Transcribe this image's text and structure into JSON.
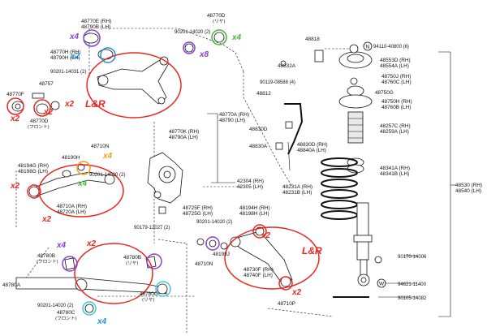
{
  "colors": {
    "red": "#e8261f",
    "green": "#3dbb2b",
    "purple": "#8a3fd1",
    "blue": "#1f8fd6",
    "orange": "#ef9a19",
    "cyan": "#3cc8e0",
    "ink": "#111111"
  },
  "labels": {
    "p48770d_top": "48770D",
    "p48770d_top_jp": "(リヤ)",
    "p48770e": "48770E (RH)",
    "p48790b": "48790B (LH)",
    "p48770h": "48770H (RH)",
    "p48790h": "48790H (LH)",
    "p90201_14020_top": "90201-14020 (2)",
    "p90201_14031": "90201-14031 (2)",
    "p48757": "48757",
    "p48770f": "48770F",
    "p48770d_front": "48770D",
    "p48770d_front_jp": "(フロント)",
    "p48770a": "48770A (RH)",
    "p48790a_lh": "48790 (LH)",
    "p48770k": "48770K (RH)",
    "p48790a_k": "48790A (LH)",
    "p48818": "48818",
    "p48832a": "48832A",
    "p90119": "90119-08588 (4)",
    "p48812": "48812",
    "p48830d": "48830D",
    "p48830d_b": "48830D (RH)",
    "p48840a": "48840A (LH)",
    "p48830a": "48830A",
    "p94110": "94110-40800 (6)",
    "p48553d": "48553D (RH)",
    "p48554a": "48554A (LH)",
    "p48750j": "48750J (RH)",
    "p48760c": "48760C (LH)",
    "p48750g": "48750G",
    "p48750h": "48750H (RH)",
    "p48760b": "48760B (LH)",
    "p48257c": "48257C (RH)",
    "p48259a": "48259A (LH)",
    "p48341a": "48341A (RH)",
    "p48341b": "48341B (LH)",
    "p48530": "48530 (RH)",
    "p48540": "48540 (LH)",
    "p48231a": "48231A (RH)",
    "p48231b": "48231B (LH)",
    "p48710n_top": "48710N",
    "p48190h": "48190H",
    "p48194g": "48194G (RH)",
    "p48198g": "48198G (LH)",
    "p90201_14020_mid": "90201-14020 (2)",
    "p48710a": "48710A (RH)",
    "p48720a": "48720A (LH)",
    "p42304": "42304 (RH)",
    "p42305": "42305 (LH)",
    "p48725f": "48725F (RH)",
    "p48725g": "48725G (LH)",
    "p90179": "90179-12027 (2)",
    "p90201_14020_low": "90201-14020 (2)",
    "p48194h": "48194H (RH)",
    "p48198h": "48198H (LH)",
    "p48710n_low": "48710N",
    "p48198j": "48198J",
    "p48730f": "48730F (RH)",
    "p48740f": "48740F (LH)",
    "p48710p": "48710P",
    "p90170": "90170-14006",
    "p94621": "94621-11400",
    "p90105": "90105-14082",
    "p48780b_left": "48780B",
    "p48780b_left_jp": "(フロント)",
    "p48780b_right": "48780B",
    "p48780b_right_jp": "(リヤ)",
    "p48780a": "48780A",
    "p48780c_right": "48780C",
    "p48780c_right_jp": "(リヤ)",
    "p90201_14020_bottom": "90201-14020 (2)",
    "p48780c_left": "48780C",
    "p48780c_left_jp": "(フロント)"
  },
  "annotations": {
    "x4_purple_top": "x4",
    "x2_blue_top": "x2",
    "x4_green_top": "x4",
    "x8_purple": "x8",
    "x2_red_left1": "x2",
    "x2_red_left2": "x2",
    "x2_red_left3": "x2",
    "lr_top": "L&R",
    "x4_orange": "x4",
    "x4_green_mid": "x4",
    "x2_red_mid1": "x2",
    "x2_red_mid2": "x2",
    "x4_purple_low": "x4",
    "x2_red_low1": "x2",
    "x2_red_lower_right": "x2",
    "x2_red_low3": "x2",
    "lr_low": "L&R",
    "x4_blue_bottom": "x4",
    "n_symbol": "N",
    "w_symbol": "W"
  }
}
